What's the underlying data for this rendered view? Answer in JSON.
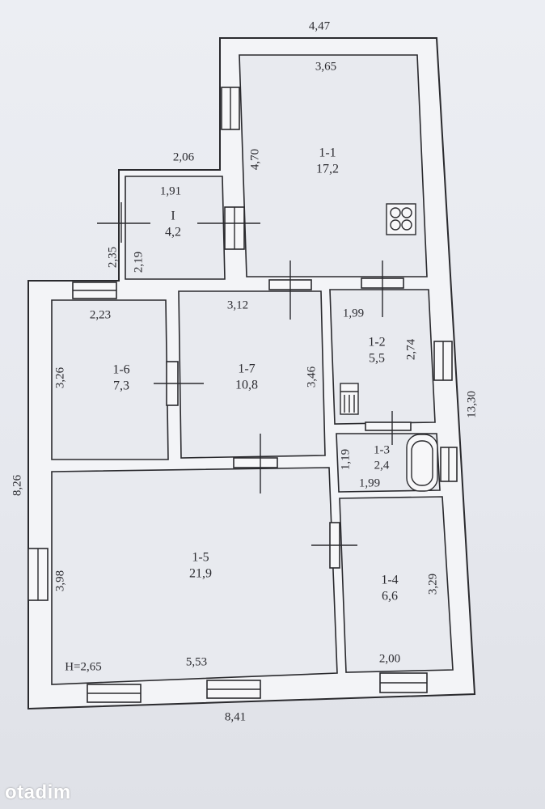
{
  "plan": {
    "rooms": [
      {
        "id": "1-1",
        "area": "17,2"
      },
      {
        "id": "1-2",
        "area": "5,5"
      },
      {
        "id": "1-3",
        "area": "2,4"
      },
      {
        "id": "1-4",
        "area": "6,6"
      },
      {
        "id": "1-5",
        "area": "21,9"
      },
      {
        "id": "1-6",
        "area": "7,3"
      },
      {
        "id": "1-7",
        "area": "10,8"
      },
      {
        "id": "I",
        "area": "4,2"
      }
    ],
    "dimensions": {
      "top_total": "4,47",
      "room_1_1_width": "3,65",
      "room_1_1_height": "4,70",
      "vestibule_outer_width": "2,06",
      "vestibule_inner_width": "1,91",
      "vestibule_outer_height": "2,35",
      "vestibule_inner_height": "2,19",
      "room_1_6_width": "2,23",
      "room_1_6_height": "3,26",
      "room_1_7_width": "3,12",
      "room_1_7_height": "3,46",
      "room_1_2_width": "1,99",
      "room_1_2_height": "2,74",
      "right_total": "13,30",
      "room_1_3_height": "1,19",
      "room_1_3_width": "1,99",
      "left_total": "8,26",
      "room_1_5_height": "3,98",
      "room_1_5_width": "5,53",
      "ceiling_height": "H=2,65",
      "room_1_4_height": "3,29",
      "room_1_4_width": "2,00",
      "bottom_total": "8,41"
    }
  },
  "watermark": "otadim",
  "colors": {
    "ink": "#2a2a2e",
    "paper": "#e9eaee"
  }
}
